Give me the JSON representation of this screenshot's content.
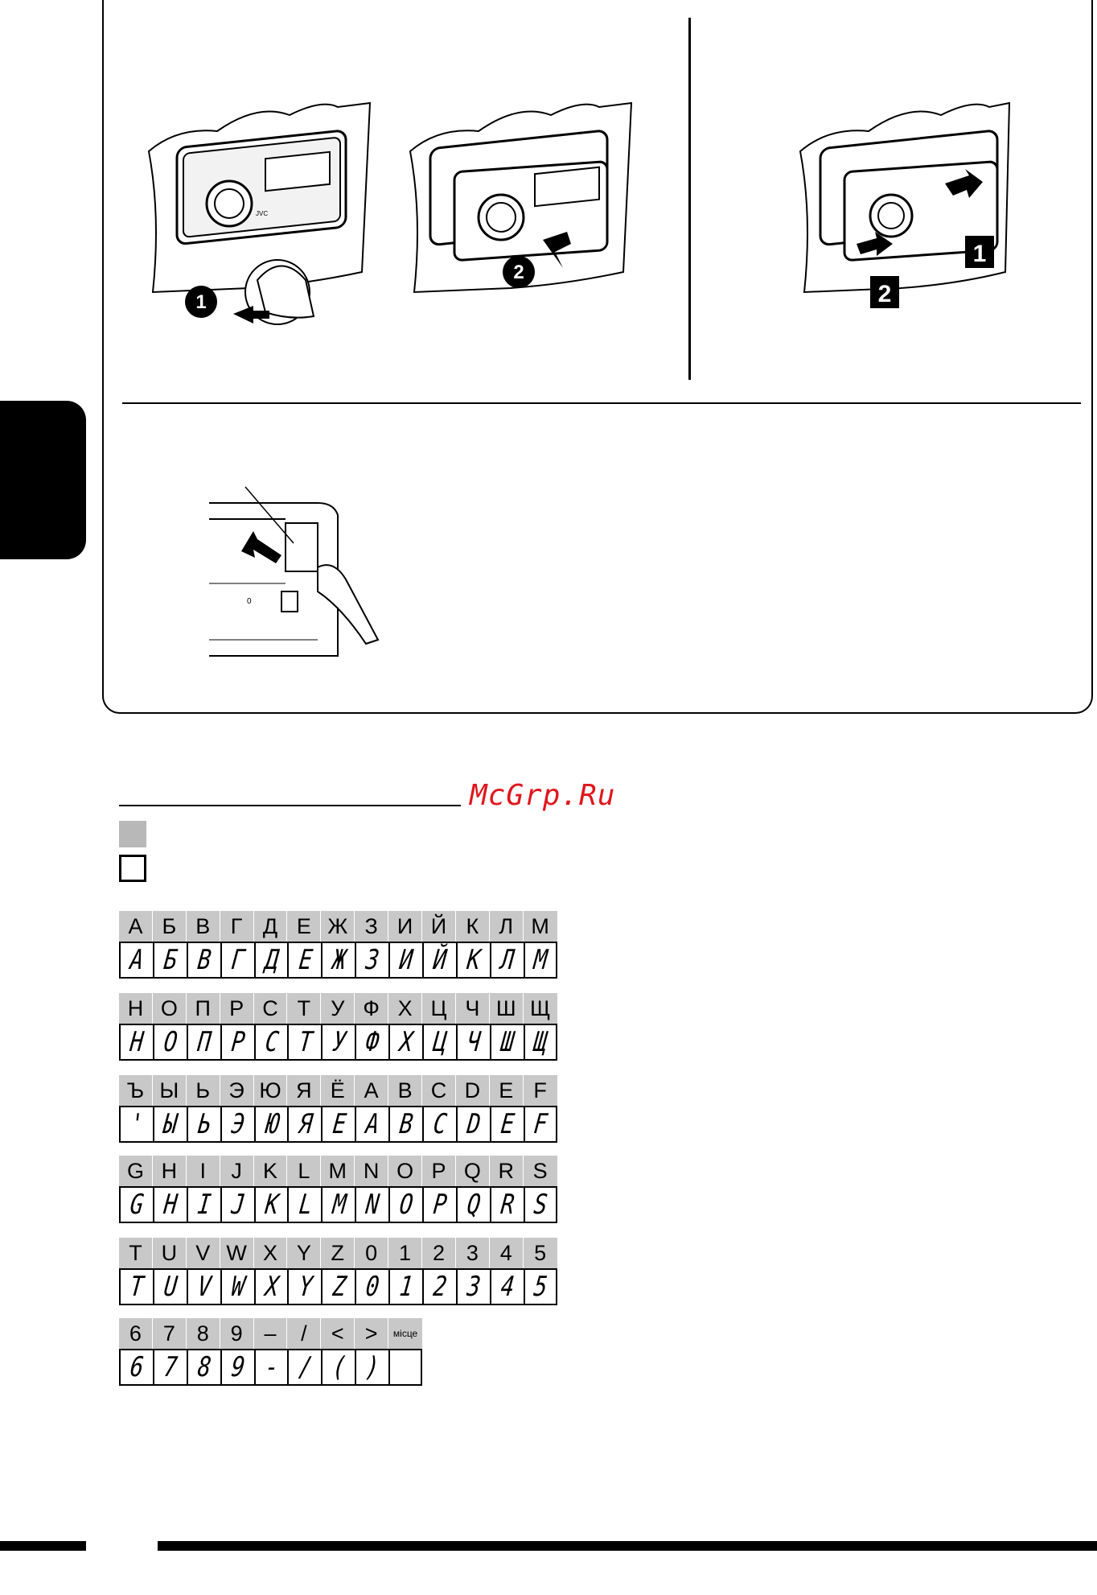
{
  "step_badges": {
    "remove_step_1": "1",
    "remove_step_2": "2",
    "attach_step_1": "1",
    "attach_step_2": "2"
  },
  "brand_mark": "JVC",
  "watermark": "McGrp.Ru",
  "character_table": {
    "rows": [
      {
        "headers": [
          "А",
          "Б",
          "В",
          "Г",
          "Д",
          "Е",
          "Ж",
          "З",
          "И",
          "Й",
          "К",
          "Л",
          "М"
        ],
        "display": [
          "A",
          "Б",
          "B",
          "Г",
          "Д",
          "E",
          "Ж",
          "З",
          "И",
          "Й",
          "K",
          "Л",
          "M"
        ]
      },
      {
        "headers": [
          "Н",
          "О",
          "П",
          "Р",
          "С",
          "Т",
          "У",
          "Ф",
          "Х",
          "Ц",
          "Ч",
          "Ш",
          "Щ"
        ],
        "display": [
          "H",
          "O",
          "П",
          "P",
          "C",
          "T",
          "У",
          "Ф",
          "Х",
          "Ц",
          "Ч",
          "Ш",
          "Щ"
        ]
      },
      {
        "headers": [
          "Ъ",
          "Ы",
          "Ь",
          "Э",
          "Ю",
          "Я",
          "Ё",
          "A",
          "B",
          "C",
          "D",
          "E",
          "F"
        ],
        "display": [
          "'",
          "Ы",
          "Ь",
          "Э",
          "Ю",
          "Я",
          "E",
          "A",
          "B",
          "C",
          "D",
          "E",
          "F"
        ]
      },
      {
        "headers": [
          "G",
          "H",
          "I",
          "J",
          "K",
          "L",
          "M",
          "N",
          "O",
          "P",
          "Q",
          "R",
          "S"
        ],
        "display": [
          "G",
          "H",
          "I",
          "J",
          "K",
          "L",
          "M",
          "N",
          "O",
          "P",
          "Q",
          "R",
          "S"
        ]
      },
      {
        "headers": [
          "T",
          "U",
          "V",
          "W",
          "X",
          "Y",
          "Z",
          "0",
          "1",
          "2",
          "3",
          "4",
          "5"
        ],
        "display": [
          "T",
          "U",
          "V",
          "W",
          "X",
          "Y",
          "Z",
          "0",
          "1",
          "2",
          "3",
          "4",
          "5"
        ]
      },
      {
        "headers": [
          "6",
          "7",
          "8",
          "9",
          "–",
          "/",
          "<",
          ">",
          "місце"
        ],
        "display": [
          "6",
          "7",
          "8",
          "9",
          "-",
          "/",
          "(",
          ")",
          ""
        ]
      }
    ]
  }
}
